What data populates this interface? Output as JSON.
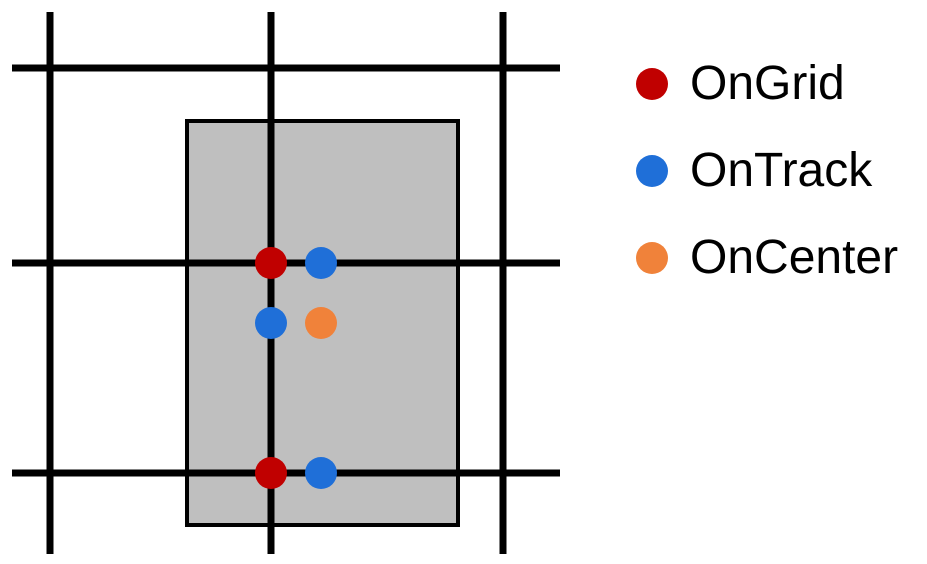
{
  "colors": {
    "grid_line": "#000000",
    "cell_fill": "#bfbfbf",
    "cell_stroke": "#000000",
    "background": "#ffffff"
  },
  "legend": [
    {
      "label": "OnGrid",
      "color": "#c00000"
    },
    {
      "label": "OnTrack",
      "color": "#1f6fd8"
    },
    {
      "label": "OnCenter",
      "color": "#f0823a"
    }
  ],
  "points": [
    {
      "type": "OnGrid",
      "color": "#c00000"
    },
    {
      "type": "OnTrack",
      "color": "#1f6fd8"
    },
    {
      "type": "OnTrack",
      "color": "#1f6fd8"
    },
    {
      "type": "OnCenter",
      "color": "#f0823a"
    },
    {
      "type": "OnGrid",
      "color": "#c00000"
    },
    {
      "type": "OnTrack",
      "color": "#1f6fd8"
    }
  ]
}
